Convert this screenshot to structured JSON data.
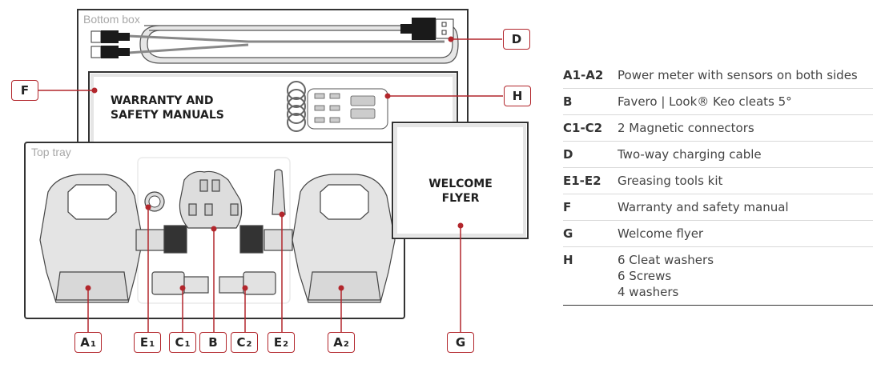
{
  "diagram": {
    "bottom_box_label": "Bottom box",
    "top_tray_label": "Top tray",
    "warranty_box": {
      "line1": "WARRANTY AND",
      "line2": "SAFETY MANUALS"
    },
    "welcome_box": {
      "line1": "WELCOME",
      "line2": "FLYER"
    },
    "accent_color": "#b2262c",
    "callouts": {
      "D": {
        "letter": "D",
        "sub": ""
      },
      "F": {
        "letter": "F",
        "sub": ""
      },
      "H": {
        "letter": "H",
        "sub": ""
      },
      "A1": {
        "letter": "A",
        "sub": "1"
      },
      "E1": {
        "letter": "E",
        "sub": "1"
      },
      "C1": {
        "letter": "C",
        "sub": "1"
      },
      "B": {
        "letter": "B",
        "sub": ""
      },
      "C2": {
        "letter": "C",
        "sub": "2"
      },
      "E2": {
        "letter": "E",
        "sub": "2"
      },
      "A2": {
        "letter": "A",
        "sub": "2"
      },
      "G": {
        "letter": "G",
        "sub": ""
      }
    }
  },
  "legend": {
    "rows": [
      {
        "code": "A1-A2",
        "lines": [
          "Power meter with sensors on both sides"
        ]
      },
      {
        "code": "B",
        "lines": [
          "Favero | Look® Keo cleats 5°"
        ]
      },
      {
        "code": "C1-C2",
        "lines": [
          "2 Magnetic connectors"
        ]
      },
      {
        "code": "D",
        "lines": [
          "Two-way charging cable"
        ]
      },
      {
        "code": "E1-E2",
        "lines": [
          "Greasing tools kit"
        ]
      },
      {
        "code": "F",
        "lines": [
          "Warranty and safety manual"
        ]
      },
      {
        "code": "G",
        "lines": [
          "Welcome flyer"
        ]
      },
      {
        "code": "H",
        "lines": [
          "6 Cleat washers",
          "6 Screws",
          "4 washers"
        ]
      }
    ]
  }
}
